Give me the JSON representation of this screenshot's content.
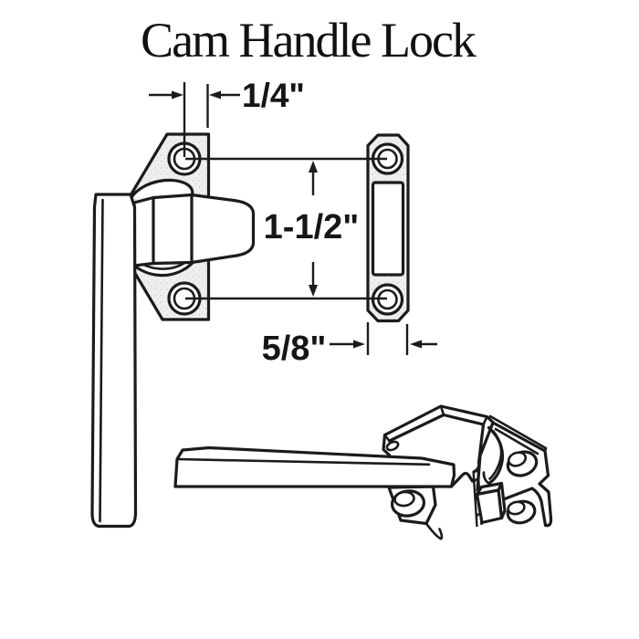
{
  "title": "Cam Handle Lock",
  "dimensions": {
    "hole_offset": "1/4\"",
    "hole_spacing": "1-1/2\"",
    "plate_width": "5/8\""
  },
  "views": {
    "front": "front-view-of-cam-handle-lock-and-strike-plate",
    "perspective": "perspective-view-of-cam-handle-lock"
  },
  "colors": {
    "line": "#1b1b1b",
    "background": "#ffffff",
    "metal_stipple": "#efefef"
  }
}
